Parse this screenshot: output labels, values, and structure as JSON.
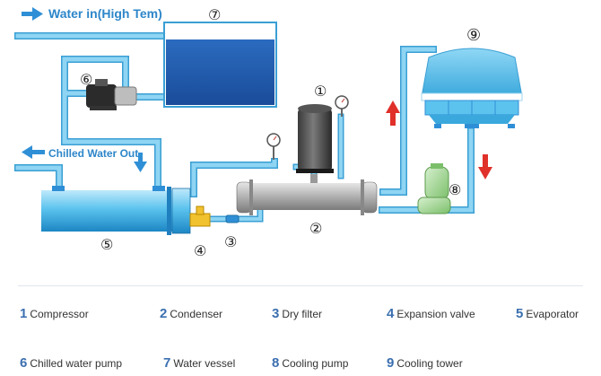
{
  "labels": {
    "water_in": "Water in(High Tem)",
    "chilled_out": "Chilled Water Out"
  },
  "markers": [
    "①",
    "②",
    "③",
    "④",
    "⑤",
    "⑥",
    "⑦",
    "⑧",
    "⑨"
  ],
  "legend": [
    {
      "num": "1",
      "text": "Compressor"
    },
    {
      "num": "2",
      "text": "Condenser"
    },
    {
      "num": "3",
      "text": "Dry filter"
    },
    {
      "num": "4",
      "text": "Expansion valve"
    },
    {
      "num": "5",
      "text": "Evaporator"
    },
    {
      "num": "6",
      "text": "Chilled water pump"
    },
    {
      "num": "7",
      "text": "Water vessel"
    },
    {
      "num": "8",
      "text": "Cooling pump"
    },
    {
      "num": "9",
      "text": "Cooling tower"
    }
  ],
  "colors": {
    "pipe": "#7fc8ea",
    "pipe_outline": "#3a9fd4",
    "water_blue": "#1f5fb0",
    "arrow_blue": "#2f8fd6",
    "arrow_red": "#e0302a",
    "text_blue": "#2d86c9",
    "legend_num": "#3b6fb0"
  }
}
